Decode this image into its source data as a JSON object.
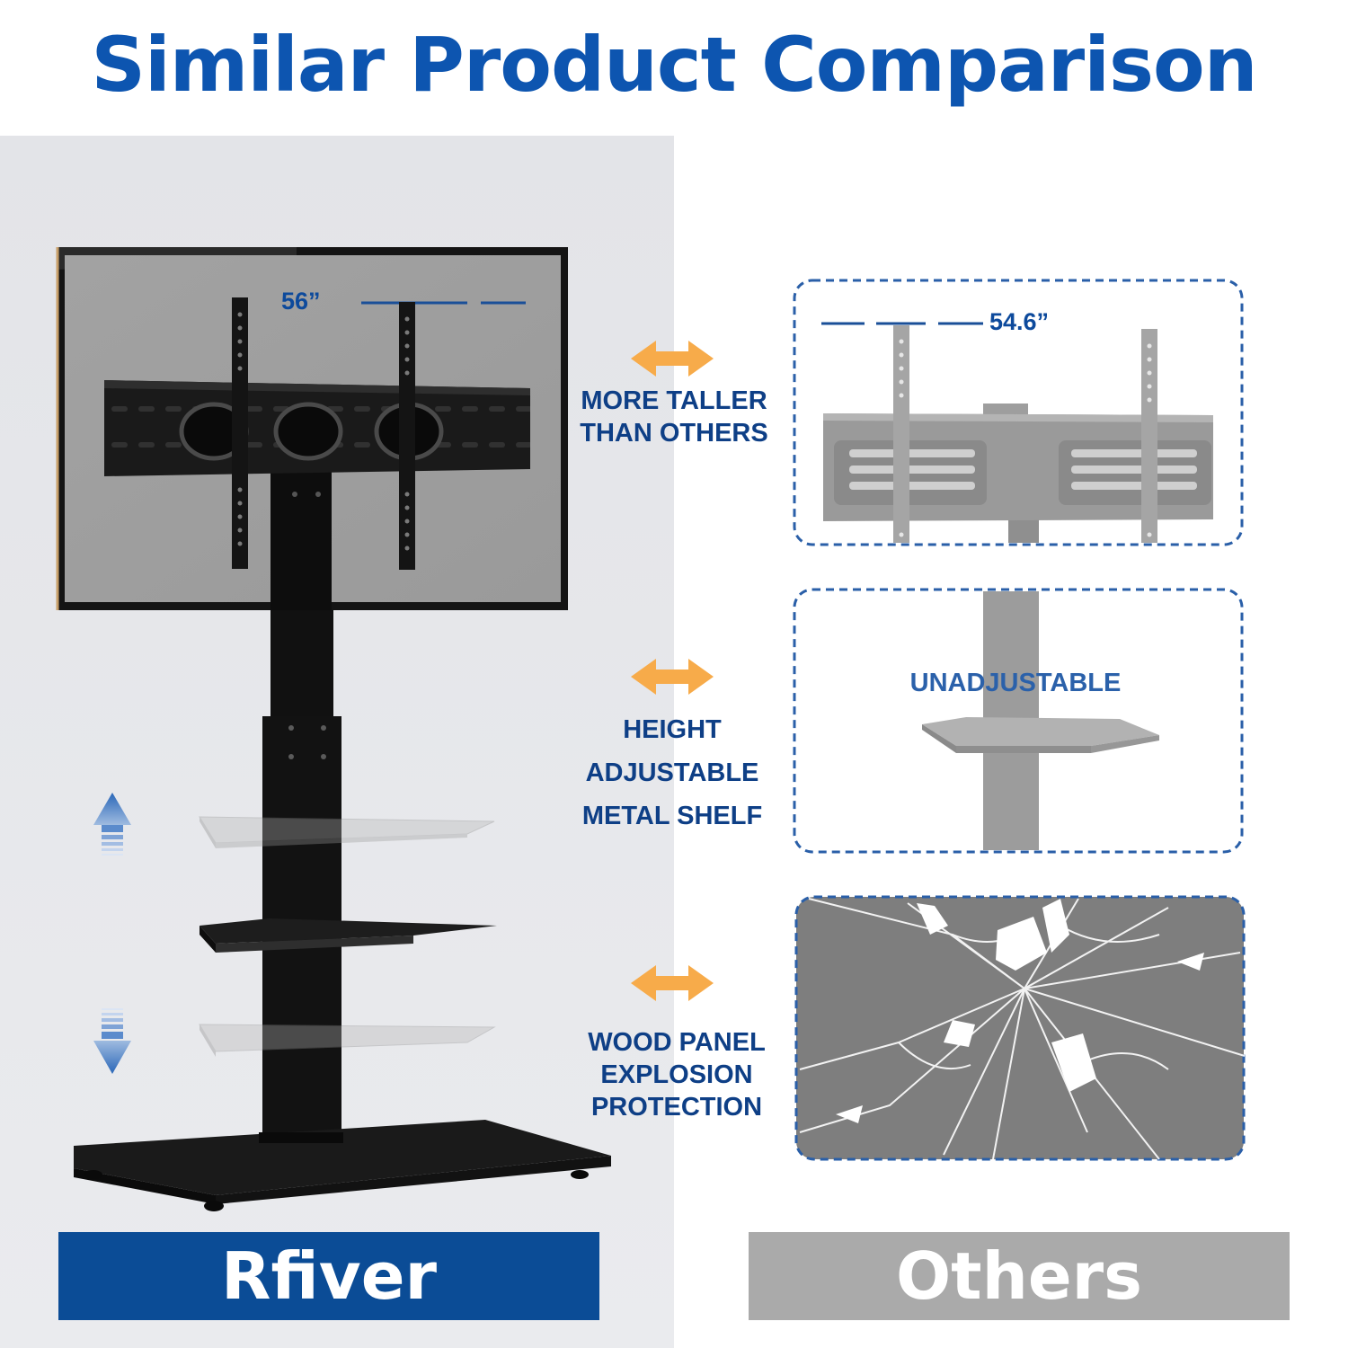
{
  "title": "Similar Product Comparison",
  "brands": {
    "left": "Rfiver",
    "right": "Others"
  },
  "dimensions": {
    "left": "56”",
    "right": "54.6”"
  },
  "features": [
    {
      "lines": [
        "MORE TALLER",
        "THAN OTHERS"
      ]
    },
    {
      "lines": [
        "HEIGHT",
        "ADJUSTABLE",
        "METAL SHELF"
      ]
    },
    {
      "lines": [
        "WOOD PANEL",
        "EXPLOSION",
        "PROTECTION"
      ]
    }
  ],
  "others_shelf_label": "UNADJUSTABLE",
  "colors": {
    "title_blue": "#0d55b0",
    "feature_blue": "#0e3f86",
    "arrow_orange": "#f7ab4a",
    "rfiver_bar": "#0b4c96",
    "others_bar": "#aaaaaa",
    "dashed_border": "#2a5fa8"
  },
  "icons": [
    "double-arrow-icon",
    "up-arrow-icon",
    "down-arrow-icon"
  ]
}
